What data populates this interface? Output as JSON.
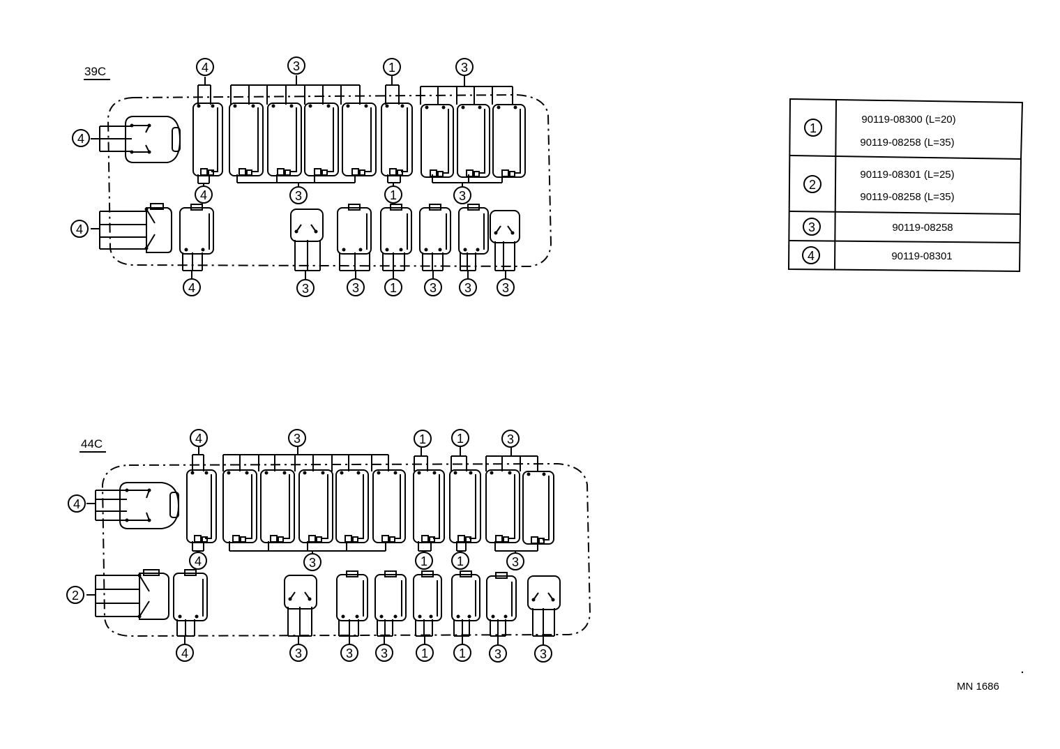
{
  "diagrams": [
    {
      "id": "39c",
      "label": "39C",
      "callouts": {
        "top": [
          "4",
          "3",
          "1",
          "3"
        ],
        "left": [
          "4",
          "4"
        ],
        "mid": [
          "4",
          "3",
          "1",
          "3"
        ],
        "bottom": [
          "4",
          "3",
          "3",
          "1",
          "3",
          "3",
          "3"
        ]
      }
    },
    {
      "id": "44c",
      "label": "44C",
      "callouts": {
        "top": [
          "4",
          "3",
          "1",
          "1",
          "3"
        ],
        "left": [
          "4",
          "2"
        ],
        "mid": [
          "4",
          "3",
          "1",
          "1",
          "3"
        ],
        "bottom": [
          "4",
          "3",
          "3",
          "3",
          "1",
          "1",
          "3",
          "3"
        ]
      }
    }
  ],
  "legend": {
    "rows": [
      {
        "key": "1",
        "parts": [
          "90119-08300 (L=20)",
          "90119-08258 (L=35)"
        ]
      },
      {
        "key": "2",
        "parts": [
          "90119-08301 (L=25)",
          "90119-08258 (L=35)"
        ]
      },
      {
        "key": "3",
        "parts": [
          "90119-08258"
        ]
      },
      {
        "key": "4",
        "parts": [
          "90119-08301"
        ]
      }
    ]
  },
  "footer_code": "MN 1686"
}
